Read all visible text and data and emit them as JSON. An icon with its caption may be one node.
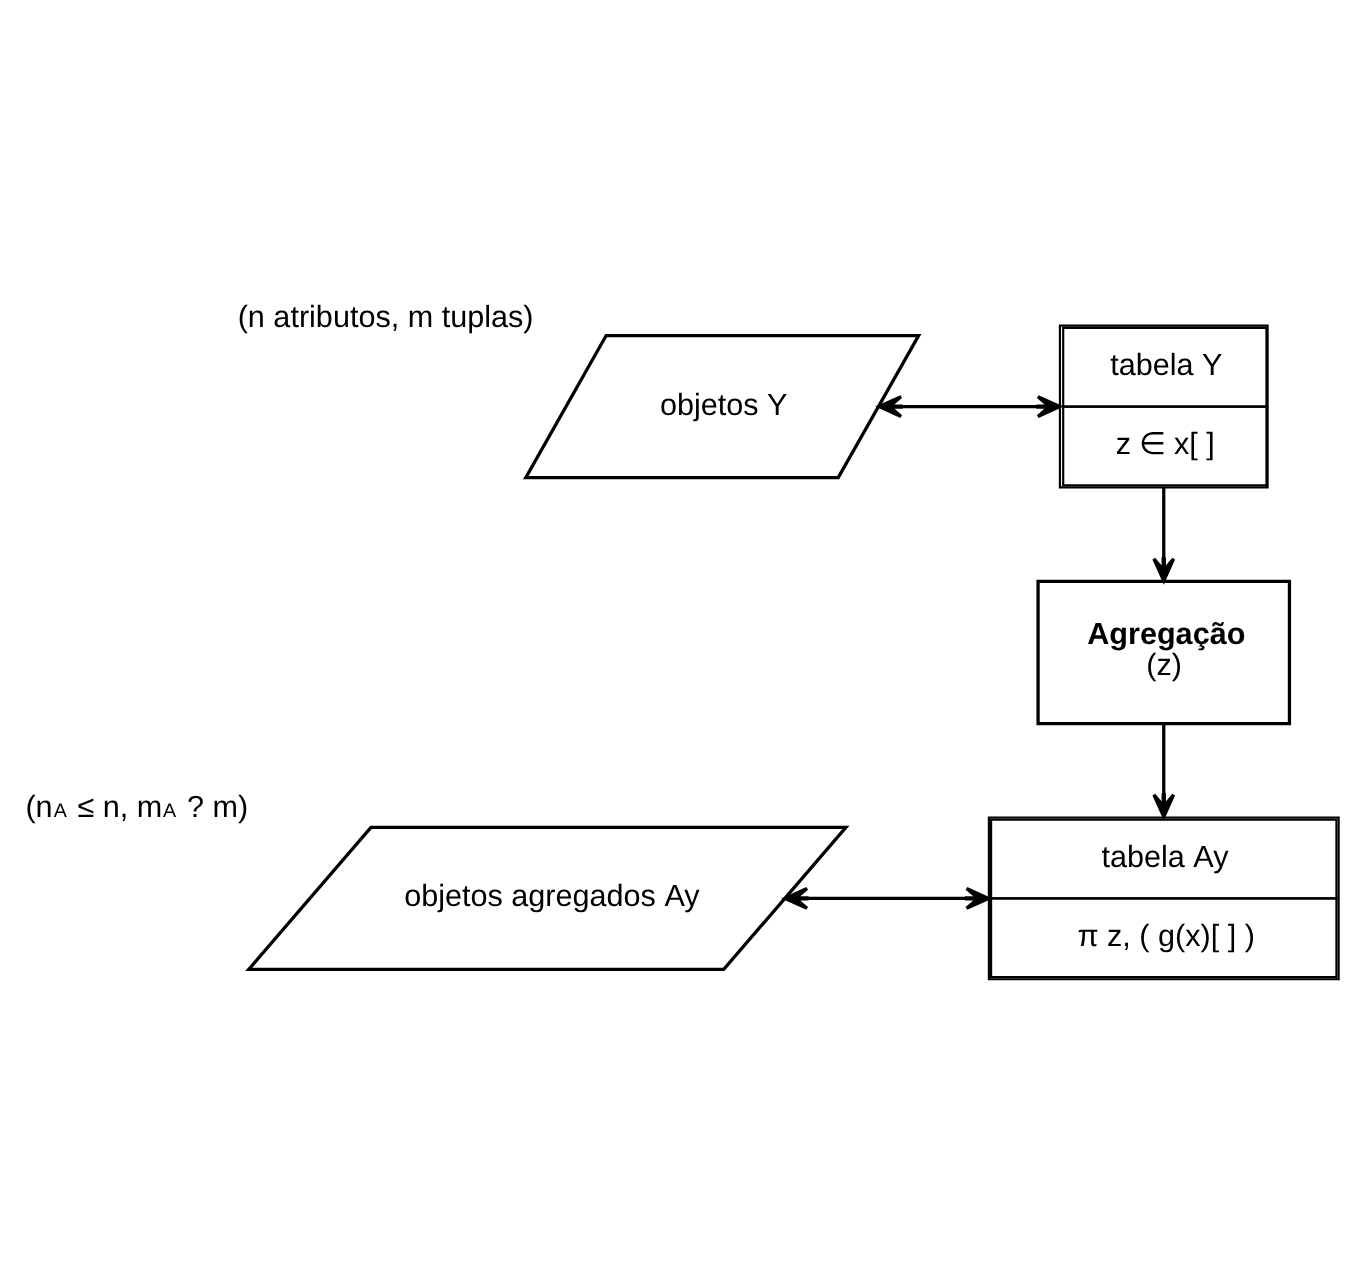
{
  "diagram": {
    "nodes": [
      {
        "text": [
          "objetos Y"
        ],
        "beside": [
          "(n atributos, m tuplas)"
        ]
      },
      {
        "text": [
          "tabela Y",
          "z ∈ x[ ]"
        ]
      },
      {
        "text": [
          "Agregação",
          "(z)"
        ]
      },
      {
        "text": [
          "objetos agregados Ay"
        ],
        "beside": [
          "(n$_{A}$ ≤ n, m$_{A}$ ? m)"
        ]
      },
      {
        "text": [
          "tabela Ay",
          "π z, ( g(x)[ ] )"
        ]
      }
    ],
    "edges": [
      {
        "from": 0,
        "to": 1,
        "arrow": "both"
      },
      {
        "from": 1,
        "to": 2,
        "arrow": "to"
      },
      {
        "from": 2,
        "to": 4,
        "arrow": "to"
      },
      {
        "from": 3,
        "to": 4,
        "arrow": "both"
      }
    ]
  }
}
